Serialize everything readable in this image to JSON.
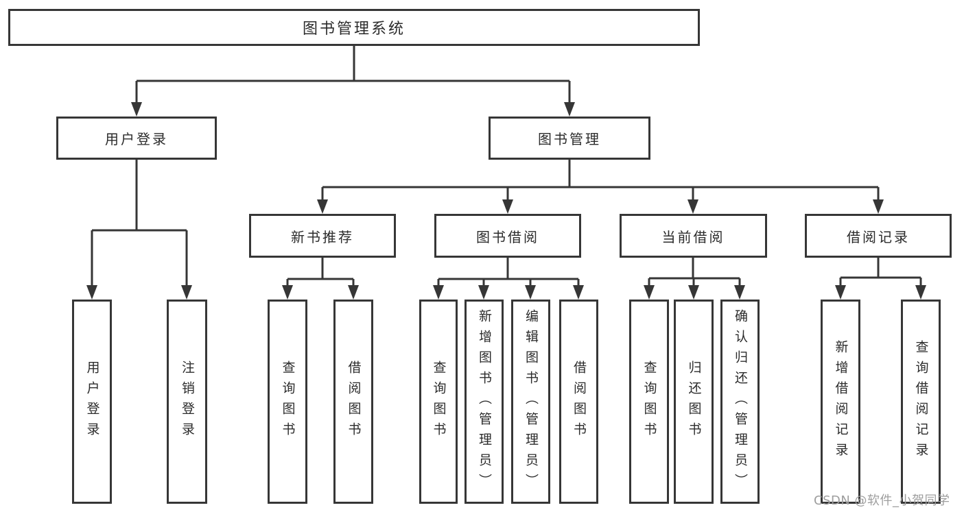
{
  "colors": {
    "line": "#363636",
    "box_border": "#363636",
    "box_fill": "#ffffff",
    "text": "#2b2b2b",
    "watermark": "#9e9e9e",
    "background": "#ffffff"
  },
  "watermark": {
    "text": "CSDN @软件_小贺同学"
  },
  "tree": {
    "root": {
      "label": "图书管理系统"
    },
    "user_login": {
      "label": "用户登录",
      "children": [
        {
          "label": "用户登录"
        },
        {
          "label": "注销登录"
        }
      ]
    },
    "book_management": {
      "label": "图书管理",
      "sections": [
        {
          "label": "新书推荐",
          "children": [
            {
              "label": "查询图书"
            },
            {
              "label": "借阅图书"
            }
          ]
        },
        {
          "label": "图书借阅",
          "children": [
            {
              "label": "查询图书"
            },
            {
              "label": "新增图书（管理员）"
            },
            {
              "label": "编辑图书（管理员）"
            },
            {
              "label": "借阅图书"
            }
          ]
        },
        {
          "label": "当前借阅",
          "children": [
            {
              "label": "查询图书"
            },
            {
              "label": "归还图书"
            },
            {
              "label": "确认归还（管理员）"
            }
          ]
        },
        {
          "label": "借阅记录",
          "children": [
            {
              "label": "新增借阅记录"
            },
            {
              "label": "查询借阅记录"
            }
          ]
        }
      ]
    }
  }
}
